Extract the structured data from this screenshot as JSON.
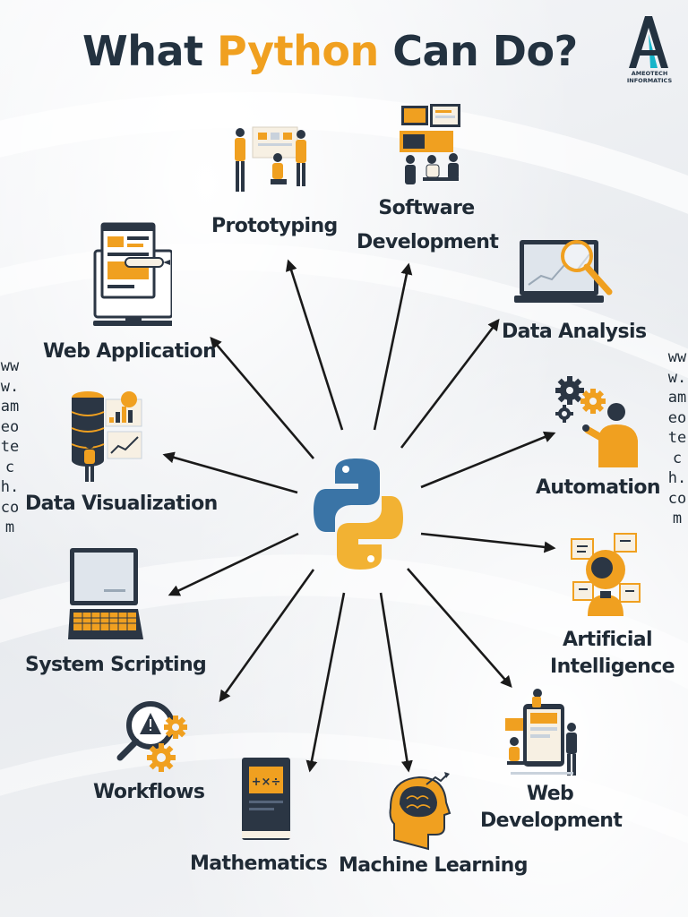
{
  "title": {
    "prefix": "What ",
    "accent": "Python",
    "suffix": " Can Do?"
  },
  "logo": {
    "line1": "AMEOTECH",
    "line2": "INFORMATICS"
  },
  "website_side": "www.ameotech.com",
  "colors": {
    "dark": "#233240",
    "accent": "#f0a020",
    "python_blue": "#3a74a6",
    "python_yellow": "#f2b233",
    "arrow": "#1a1a1a"
  },
  "center_icon": "python-logo",
  "uses": [
    {
      "id": "prototyping",
      "label": "Prototyping",
      "icon": "team-presentation-icon"
    },
    {
      "id": "software-development",
      "label_line1": "Software",
      "label_line2": "Development",
      "icon": "team-coding-icon"
    },
    {
      "id": "data-analysis",
      "label": "Data Analysis",
      "icon": "laptop-magnifier-icon"
    },
    {
      "id": "automation",
      "label": "Automation",
      "icon": "person-gears-icon"
    },
    {
      "id": "artificial-intelligence",
      "label_line1": "Artificial",
      "label_line2": "Intelligence",
      "icon": "ai-head-icon"
    },
    {
      "id": "web-development",
      "label_line1": "Web",
      "label_line2": "Development",
      "icon": "web-team-icon"
    },
    {
      "id": "machine-learning",
      "label": "Machine Learning",
      "icon": "brain-head-icon"
    },
    {
      "id": "mathematics",
      "label": "Mathematics",
      "icon": "math-book-icon"
    },
    {
      "id": "workflows",
      "label": "Workflows",
      "icon": "warning-gears-icon"
    },
    {
      "id": "system-scripting",
      "label": "System Scripting",
      "icon": "laptop-icon"
    },
    {
      "id": "data-visualization",
      "label": "Data Visualization",
      "icon": "database-chart-icon"
    },
    {
      "id": "web-application",
      "label": "Web Application",
      "icon": "web-monitor-icon"
    }
  ]
}
